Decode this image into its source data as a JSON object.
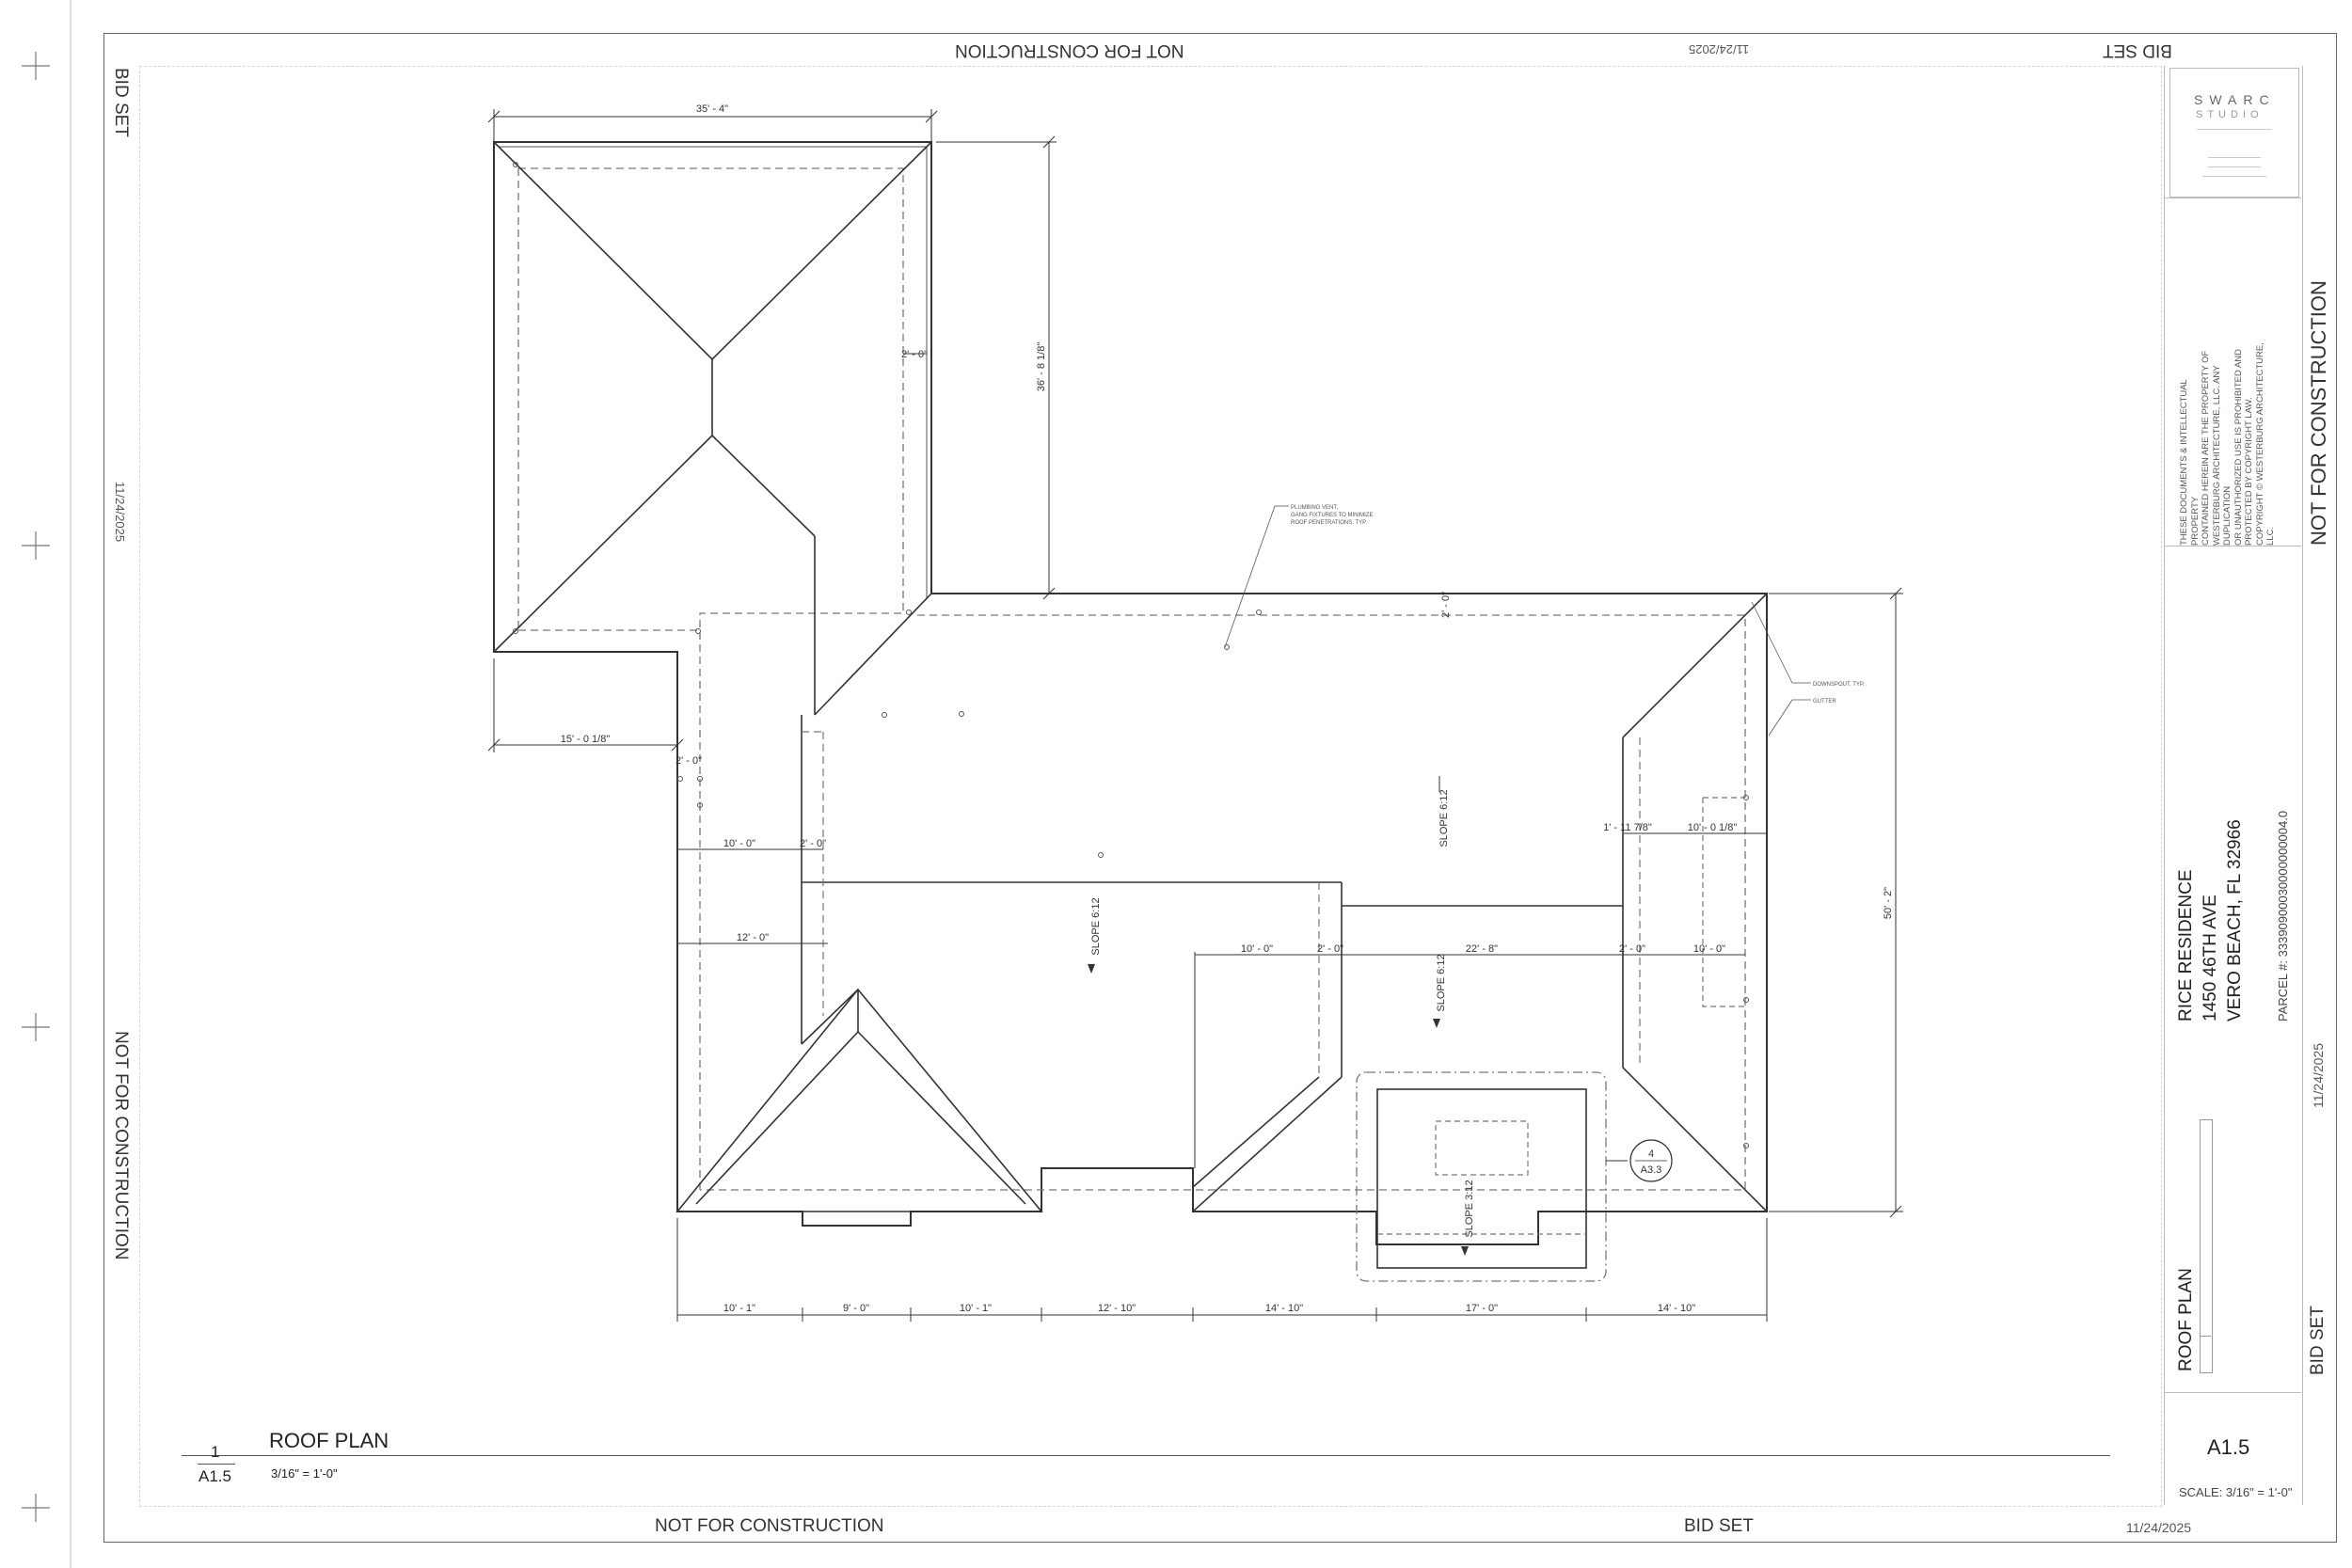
{
  "margin_labels": {
    "not_for_construction": "NOT FOR CONSTRUCTION",
    "bid_set": "BID SET",
    "date": "11/24/2025"
  },
  "logo": {
    "line1": "SWARC",
    "line2": "STUDIO"
  },
  "copyright_lines": [
    "THESE DOCUMENTS & INTELLECTUAL PROPERTY",
    "CONTAINED HEREIN ARE THE PROPERTY OF",
    "WESTERBURG ARCHITECTURE, LLC. ANY DUPLICATION",
    "OR UNAUTHORIZED USE IS PROHIBITED AND",
    "PROTECTED BY COPYRIGHT LAW.",
    "COPYRIGHT © WESTERBURG ARCHITECTURE, LLC."
  ],
  "project": {
    "name": "RICE RESIDENCE",
    "street": "1450 46TH AVE",
    "city": "VERO BEACH, FL 32966",
    "parcel": "PARCEL #:  33390900030000000004.0"
  },
  "sheet": {
    "title": "ROOF PLAN",
    "number": "A1.5",
    "scale": "SCALE:  3/16\" = 1'-0\""
  },
  "view": {
    "number": "1",
    "sheet": "A1.5",
    "title": "ROOF PLAN",
    "scale": "3/16\" = 1'-0\""
  },
  "plan": {
    "dimensions": {
      "top": "35' - 4\"",
      "left_wing": "36' - 8 1/8\"",
      "wing_offset": "15' - 0 1/8\"",
      "right_height": "50' - 2\"",
      "row1_a": "10' - 0\"",
      "row1_b": "2' - 0\"",
      "row2_a": "12' - 0\"",
      "mid_a": "10' - 0\"",
      "mid_b": "2' - 0\"",
      "mid_c": "22' - 8\"",
      "mid_d": "2' - 0\"",
      "mid_e": "10' - 0\"",
      "right_a": "1' - 11 7/8\"",
      "right_b": "10' - 0 1/8\"",
      "overhang_a": "2' - 0\"",
      "overhang_b": "2' - 0\"",
      "overhang_c": "2' - 0\"",
      "bottom": [
        "10' - 1\"",
        "9' - 0\"",
        "10' - 1\"",
        "12' - 10\"",
        "14' - 10\"",
        "17' - 0\"",
        "14' - 10\""
      ]
    },
    "slopes": {
      "main": "SLOPE 6:12",
      "center": "SLOPE 6:12",
      "right": "SLOPE 6:12",
      "porch": "SLOPE 3:12"
    },
    "notes": {
      "vent": "PLUMBING VENT,",
      "vent2": "GANG FIXTURES TO MINIMIZE",
      "vent3": "ROOF PENETRATIONS, TYP.",
      "downspout": "DOWNSPOUT, TYP.",
      "gutter": "GUTTER"
    },
    "section_tag": {
      "number": "4",
      "sheet": "A3.3"
    }
  }
}
